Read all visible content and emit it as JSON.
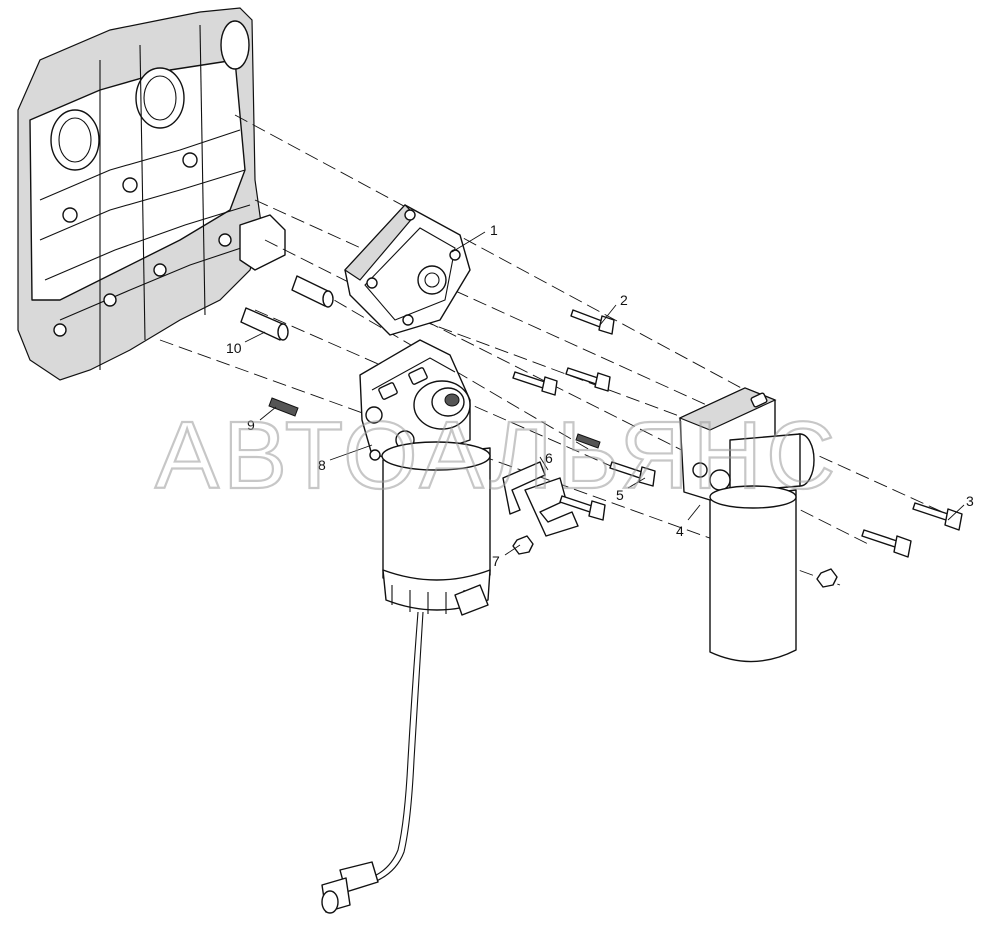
{
  "watermark": "АВТОАЛЬЯНС",
  "callouts": {
    "c1": "1",
    "c2": "2",
    "c3": "3",
    "c4": "4",
    "c5": "5",
    "c6": "6",
    "c7": "7",
    "c8": "8",
    "c9": "9",
    "c10": "10"
  }
}
